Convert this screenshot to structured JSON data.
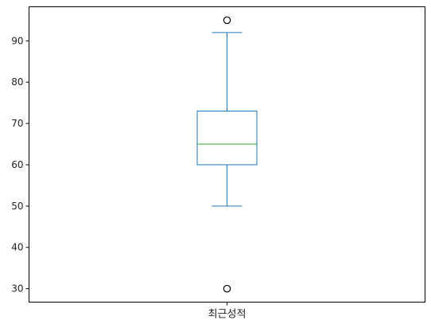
{
  "chart_data": {
    "type": "box",
    "title": "",
    "xlabel": "",
    "ylabel": "",
    "categories": [
      "최근성적"
    ],
    "boxes": [
      {
        "category": "최근성적",
        "whisker_low": 50,
        "q1": 60,
        "median": 65,
        "q3": 73,
        "whisker_high": 92,
        "outliers": [
          30,
          95
        ]
      }
    ],
    "yticks": [
      30,
      40,
      50,
      60,
      70,
      80,
      90
    ],
    "ylim": [
      26.75,
      98.25
    ],
    "grid": false,
    "colors": {
      "box": "#1f77b4",
      "median": "#2ca02c",
      "outlier": "#000000",
      "axes": "#000000"
    }
  }
}
